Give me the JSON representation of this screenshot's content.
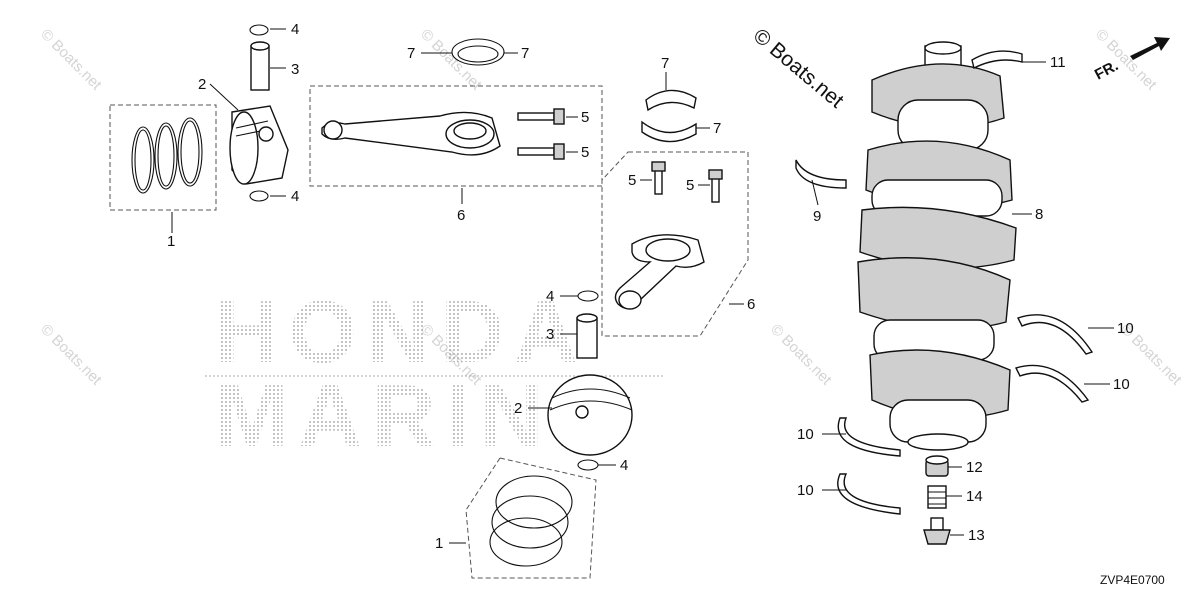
{
  "diagram": {
    "code": "ZVP4E0700",
    "direction_label": "FR.",
    "copyright_text": "© Boats.net",
    "watermark": "© Boats.net",
    "ghost_brand": [
      "HONDA",
      "MARINE"
    ]
  },
  "callouts": [
    {
      "id": "c1a",
      "text": "1"
    },
    {
      "id": "c1b",
      "text": "1"
    },
    {
      "id": "c2a",
      "text": "2"
    },
    {
      "id": "c2b",
      "text": "2"
    },
    {
      "id": "c3a",
      "text": "3"
    },
    {
      "id": "c3b",
      "text": "3"
    },
    {
      "id": "c4a",
      "text": "4"
    },
    {
      "id": "c4b",
      "text": "4"
    },
    {
      "id": "c4c",
      "text": "4"
    },
    {
      "id": "c4d",
      "text": "4"
    },
    {
      "id": "c5a",
      "text": "5"
    },
    {
      "id": "c5b",
      "text": "5"
    },
    {
      "id": "c5c",
      "text": "5"
    },
    {
      "id": "c5d",
      "text": "5"
    },
    {
      "id": "c6a",
      "text": "6"
    },
    {
      "id": "c6b",
      "text": "6"
    },
    {
      "id": "c7a",
      "text": "7"
    },
    {
      "id": "c7b",
      "text": "7"
    },
    {
      "id": "c7c",
      "text": "7"
    },
    {
      "id": "c7d",
      "text": "7"
    },
    {
      "id": "c8",
      "text": "8"
    },
    {
      "id": "c9",
      "text": "9"
    },
    {
      "id": "c10a",
      "text": "10"
    },
    {
      "id": "c10b",
      "text": "10"
    },
    {
      "id": "c10c",
      "text": "10"
    },
    {
      "id": "c10d",
      "text": "10"
    },
    {
      "id": "c11",
      "text": "11"
    },
    {
      "id": "c12",
      "text": "12"
    },
    {
      "id": "c13",
      "text": "13"
    },
    {
      "id": "c14",
      "text": "14"
    }
  ]
}
